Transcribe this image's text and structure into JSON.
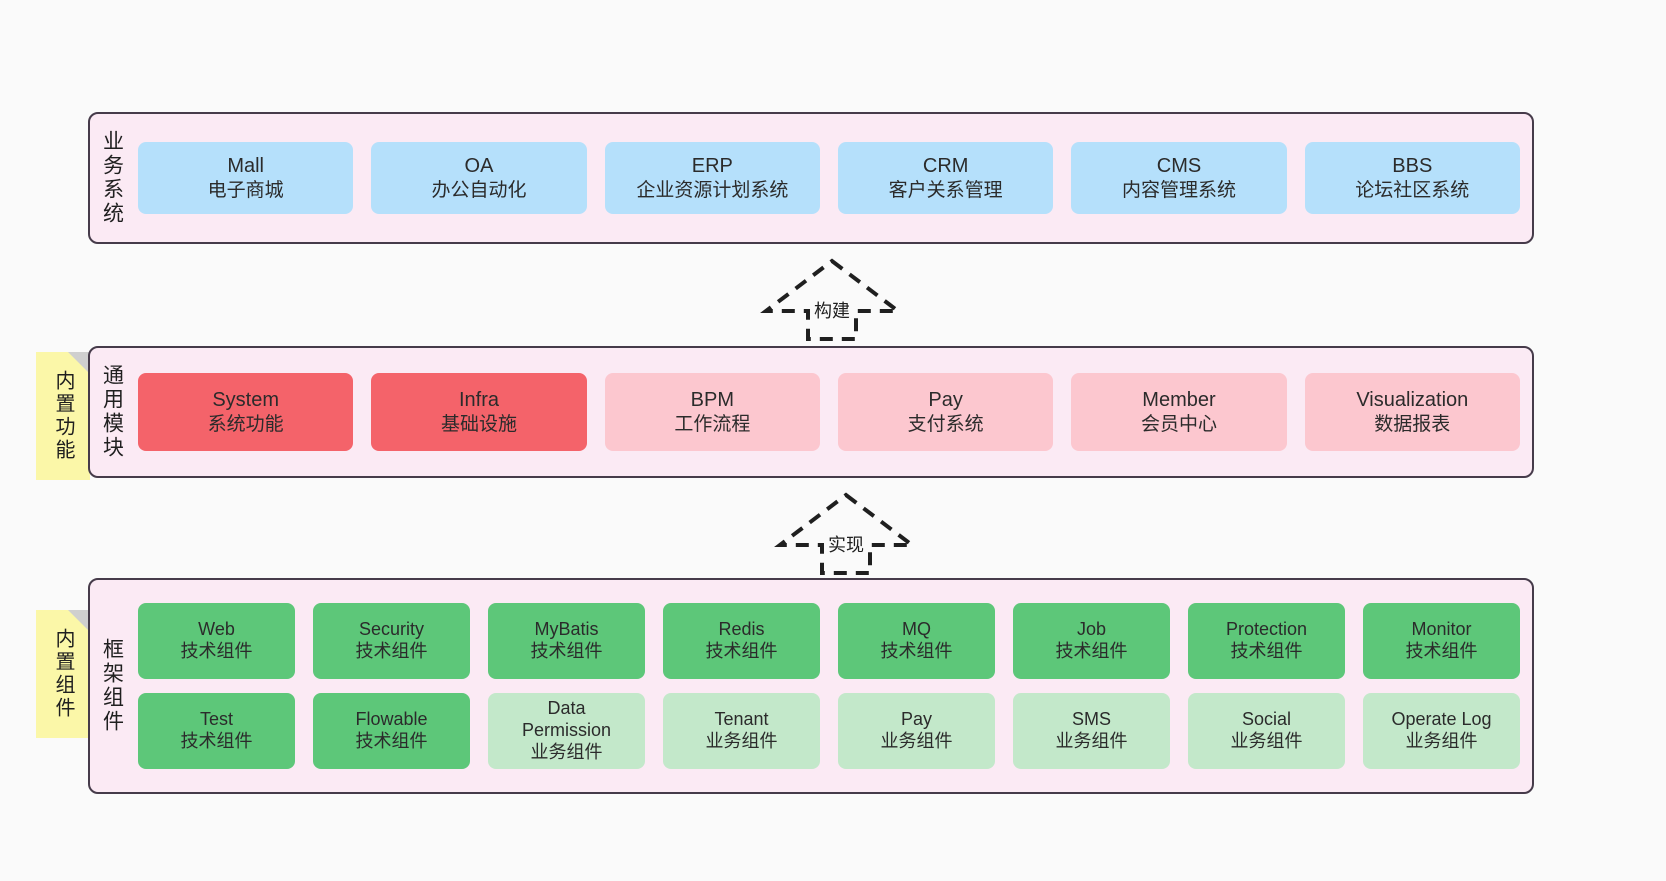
{
  "diagram": {
    "background_color": "#fafafa",
    "band_fill": "#fbeaf4",
    "band_border": "#463b4a",
    "note_fill": "#fbf7a8"
  },
  "layers": [
    {
      "id": "business-systems",
      "title": "业务系统",
      "color_token": "c-blue",
      "rows": [
        {
          "cells": [
            {
              "en": "Mall",
              "cn": "电子商城",
              "color": "#b5e0fb"
            },
            {
              "en": "OA",
              "cn": "办公自动化",
              "color": "#b5e0fb"
            },
            {
              "en": "ERP",
              "cn": "企业资源计划系统",
              "color": "#b5e0fb"
            },
            {
              "en": "CRM",
              "cn": "客户关系管理",
              "color": "#b5e0fb"
            },
            {
              "en": "CMS",
              "cn": "内容管理系统",
              "color": "#b5e0fb"
            },
            {
              "en": "BBS",
              "cn": "论坛社区系统",
              "color": "#b5e0fb"
            }
          ]
        }
      ]
    },
    {
      "id": "common-modules",
      "title": "通用模块",
      "note": "内置功能",
      "rows": [
        {
          "cells": [
            {
              "en": "System",
              "cn": "系统功能",
              "color": "#f4636a"
            },
            {
              "en": "Infra",
              "cn": "基础设施",
              "color": "#f4636a"
            },
            {
              "en": "BPM",
              "cn": "工作流程",
              "color": "#fcc7cf"
            },
            {
              "en": "Pay",
              "cn": "支付系统",
              "color": "#fcc7cf"
            },
            {
              "en": "Member",
              "cn": "会员中心",
              "color": "#fcc7cf"
            },
            {
              "en": "Visualization",
              "cn": "数据报表",
              "color": "#fcc7cf"
            }
          ]
        }
      ]
    },
    {
      "id": "framework-components",
      "title": "框架组件",
      "note": "内置组件",
      "rows": [
        {
          "cells": [
            {
              "en": "Web",
              "cn": "技术组件",
              "color": "#5dc779"
            },
            {
              "en": "Security",
              "cn": "技术组件",
              "color": "#5dc779"
            },
            {
              "en": "MyBatis",
              "cn": "技术组件",
              "color": "#5dc779"
            },
            {
              "en": "Redis",
              "cn": "技术组件",
              "color": "#5dc779"
            },
            {
              "en": "MQ",
              "cn": "技术组件",
              "color": "#5dc779"
            },
            {
              "en": "Job",
              "cn": "技术组件",
              "color": "#5dc779"
            },
            {
              "en": "Protection",
              "cn": "技术组件",
              "color": "#5dc779"
            },
            {
              "en": "Monitor",
              "cn": "技术组件",
              "color": "#5dc779"
            }
          ]
        },
        {
          "cells": [
            {
              "en": "Test",
              "cn": "技术组件",
              "color": "#5dc779"
            },
            {
              "en": "Flowable",
              "cn": "技术组件",
              "color": "#5dc779"
            },
            {
              "en": "Data Permission",
              "cn": "业务组件",
              "color": "#c3e8ca"
            },
            {
              "en": "Tenant",
              "cn": "业务组件",
              "color": "#c3e8ca"
            },
            {
              "en": "Pay",
              "cn": "业务组件",
              "color": "#c3e8ca"
            },
            {
              "en": "SMS",
              "cn": "业务组件",
              "color": "#c3e8ca"
            },
            {
              "en": "Social",
              "cn": "业务组件",
              "color": "#c3e8ca"
            },
            {
              "en": "Operate Log",
              "cn": "业务组件",
              "color": "#c3e8ca"
            }
          ]
        }
      ]
    }
  ],
  "connectors": [
    {
      "id": "build",
      "label": "构建",
      "style": "dashed-hollow-arrow-up"
    },
    {
      "id": "implement",
      "label": "实现",
      "style": "dashed-hollow-arrow-up"
    }
  ]
}
